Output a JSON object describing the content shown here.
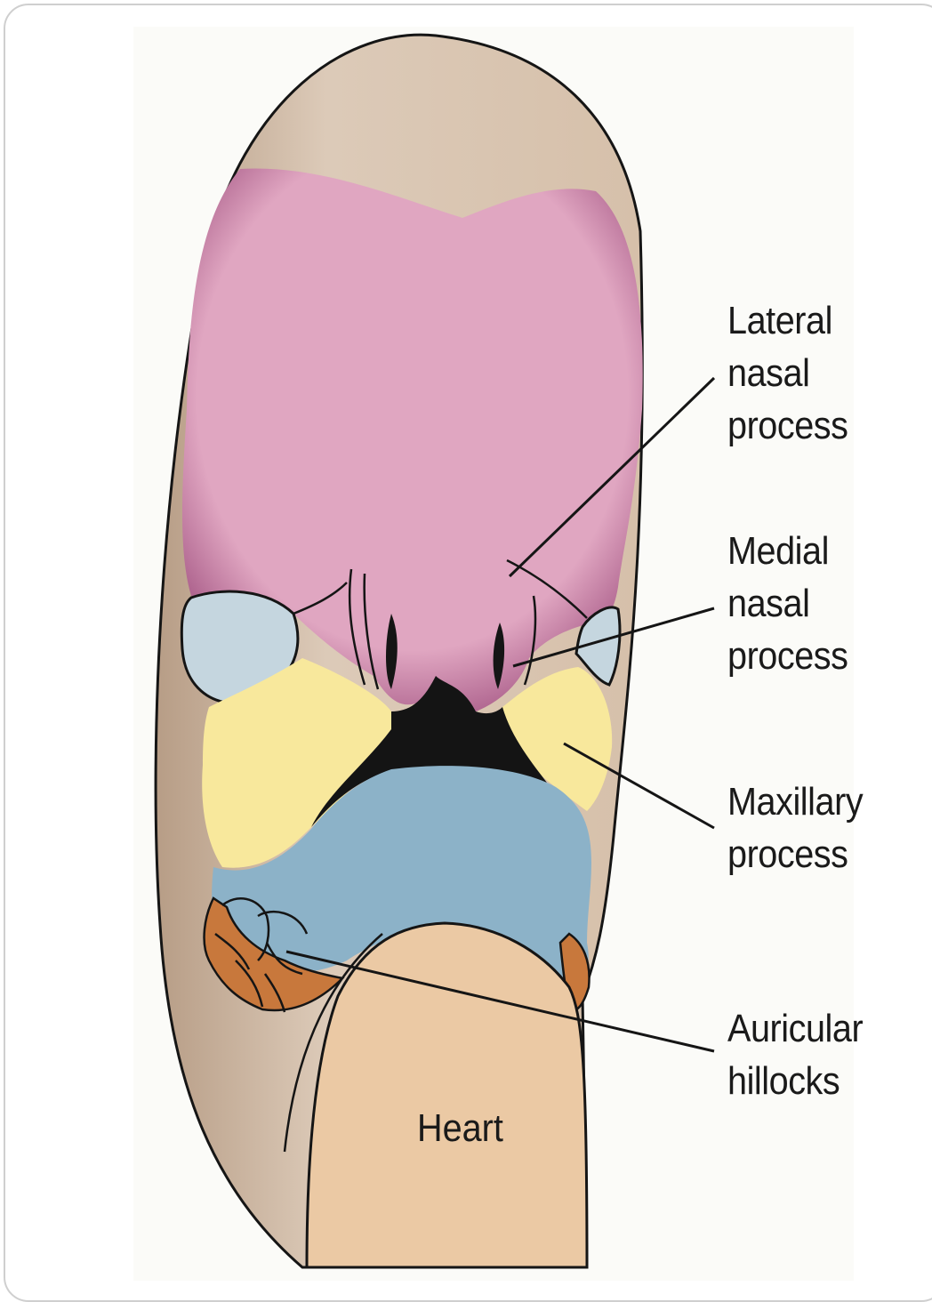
{
  "labels": {
    "lateral_nasal": [
      "Lateral",
      "nasal",
      "process"
    ],
    "medial_nasal": [
      "Medial",
      "nasal",
      "process"
    ],
    "maxillary": [
      "Maxillary",
      "process"
    ],
    "auricular": [
      "Auricular",
      "hillocks"
    ],
    "heart": "Heart"
  },
  "colors": {
    "head": "#dcc7b2",
    "head_shadow": "#bba28a",
    "frontonasal": "#e0a6c1",
    "frontonasal_shadow": "#b86e94",
    "eye": "#c5d6df",
    "maxillary": "#f8e89c",
    "mandibular": "#8cb2c8",
    "hillocks": "#c8783c",
    "heart": "#ebc9a4",
    "mouth": "#141414",
    "outline": "#151515"
  }
}
